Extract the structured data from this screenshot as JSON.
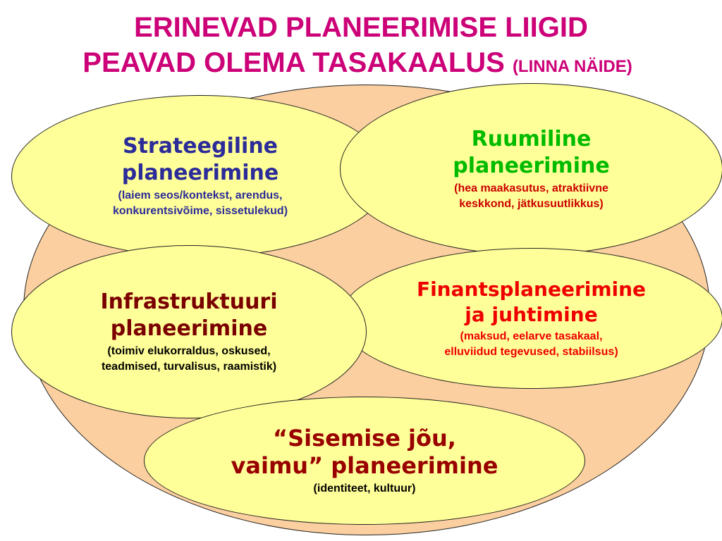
{
  "title": {
    "line1": "ERINEVAD PLANEERIMISE LIIGID",
    "line2": "PEAVAD OLEMA TASAKAALUS",
    "line2_small": "(LINNA NÄIDE)"
  },
  "ovals": {
    "strategic": {
      "head1": "Strateegiline",
      "head2": "planeerimine",
      "sub1": "(laiem seos/kontekst, arendus,",
      "sub2": "konkurentsivõime, sissetulekud)"
    },
    "spatial": {
      "head1": "Ruumiline",
      "head2": "planeerimine",
      "sub1": "(hea maakasutus, atraktiivne",
      "sub2": "keskkond, jätkusuutlikkus)"
    },
    "financial": {
      "head1": "Finantsplaneerimine",
      "head2": "ja juhtimine",
      "sub1": "(maksud, eelarve tasakaal,",
      "sub2": "elluviidud tegevused, stabiilsus)"
    },
    "infrastructure": {
      "head1": "Infrastruktuuri",
      "head2": "planeerimine",
      "sub1": "(toimiv elukorraldus, oskused,",
      "sub2": "teadmised, turvalisus, raamistik)"
    },
    "inner": {
      "head1": "“Sisemise jõu,",
      "head2": "vaimu” planeerimine",
      "sub1": "(identiteet, kultuur)"
    }
  },
  "colors": {
    "title": "#cc0077",
    "outer_oval": "#fbcf9f",
    "inner_oval": "#ffff99",
    "strategic": "#2b2b99",
    "spatial": "#00bb00",
    "spatial_sub": "#cc0000",
    "financial": "#ee0000",
    "infrastructure": "#7a0000",
    "inner": "#990000"
  }
}
